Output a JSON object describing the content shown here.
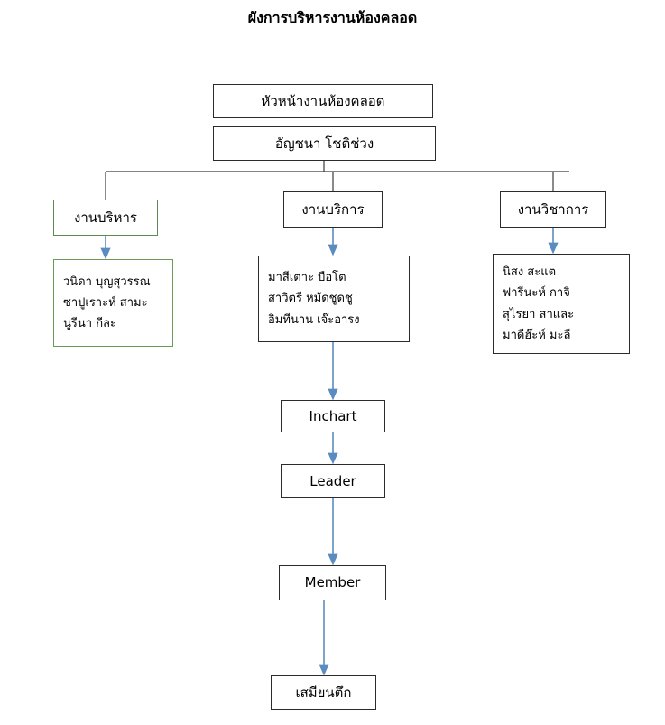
{
  "title": "ผังการบริหารงานห้องคลอด",
  "header": {
    "role_label": "หัวหน้างานห้องคลอด",
    "person_name": "อัญชนา โชติช่วง"
  },
  "branches": [
    {
      "key": "administration",
      "label": "งานบริหาร",
      "border_color": "#6a9a55",
      "members": [
        "วนิดา  บุญสุวรรณ",
        "ซาปูเราะห์ สามะ",
        "นูรีนา กีละ"
      ]
    },
    {
      "key": "service",
      "label": "งานบริการ",
      "border_color": "#2b2b2b",
      "members": [
        "มาสีเตาะ บือโต",
        "สาวิตรี หมัดชูดชู",
        "อิมทีนาน เจ๊ะอารง"
      ]
    },
    {
      "key": "academic",
      "label": "งานวิชาการ",
      "border_color": "#2b2b2b",
      "members": [
        "นิสง สะแต",
        "ฟารีนะห์ กาจิ",
        "สุไรยา สาและ",
        "มาดีฮ๊ะห์ มะลี"
      ]
    }
  ],
  "chain": [
    {
      "key": "inchart",
      "label": "Inchart"
    },
    {
      "key": "leader",
      "label": "Leader"
    },
    {
      "key": "member",
      "label": "Member"
    },
    {
      "key": "clerk",
      "label": "เสมียนตึก"
    }
  ],
  "colors": {
    "connector_line": "#3b3b3b",
    "arrow": "#5b8cc0",
    "box_border": "#2b2b2b",
    "green_border": "#6a9a55",
    "background": "#ffffff",
    "text": "#000000"
  },
  "chart_data": {
    "type": "diagram",
    "diagram_kind": "organizational-chart",
    "title": "ผังการบริหารงานห้องคลอด",
    "nodes": [
      {
        "id": "head",
        "label": "หัวหน้างานห้องคลอด",
        "level": 0
      },
      {
        "id": "head_name",
        "label": "อัญชนา โชติช่วง",
        "level": 1
      },
      {
        "id": "admin",
        "label": "งานบริหาร",
        "level": 2
      },
      {
        "id": "service",
        "label": "งานบริการ",
        "level": 2
      },
      {
        "id": "academic",
        "label": "งานวิชาการ",
        "level": 2
      },
      {
        "id": "admin_list",
        "label": "วนิดา  บุญสุวรรณ / ซาปูเราะห์ สามะ / นูรีนา กีละ",
        "level": 3
      },
      {
        "id": "service_list",
        "label": "มาสีเตาะ บือโต / สาวิตรี หมัดชูดชู / อิมทีนาน เจ๊ะอารง",
        "level": 3
      },
      {
        "id": "academic_list",
        "label": "นิสง สะแต / ฟารีนะห์ กาจิ / สุไรยา สาและ / มาดีฮ๊ะห์ มะลี",
        "level": 3
      },
      {
        "id": "inchart",
        "label": "Inchart",
        "level": 4
      },
      {
        "id": "leader",
        "label": "Leader",
        "level": 5
      },
      {
        "id": "member",
        "label": "Member",
        "level": 6
      },
      {
        "id": "clerk",
        "label": "เสมียนตึก",
        "level": 7
      }
    ],
    "edges": [
      {
        "from": "head_name",
        "to": "admin",
        "style": "plain"
      },
      {
        "from": "head_name",
        "to": "service",
        "style": "plain"
      },
      {
        "from": "head_name",
        "to": "academic",
        "style": "plain"
      },
      {
        "from": "admin",
        "to": "admin_list",
        "style": "arrow"
      },
      {
        "from": "service",
        "to": "service_list",
        "style": "arrow"
      },
      {
        "from": "academic",
        "to": "academic_list",
        "style": "arrow"
      },
      {
        "from": "service_list",
        "to": "inchart",
        "style": "arrow"
      },
      {
        "from": "inchart",
        "to": "leader",
        "style": "arrow"
      },
      {
        "from": "leader",
        "to": "member",
        "style": "arrow"
      },
      {
        "from": "member",
        "to": "clerk",
        "style": "arrow"
      }
    ]
  }
}
